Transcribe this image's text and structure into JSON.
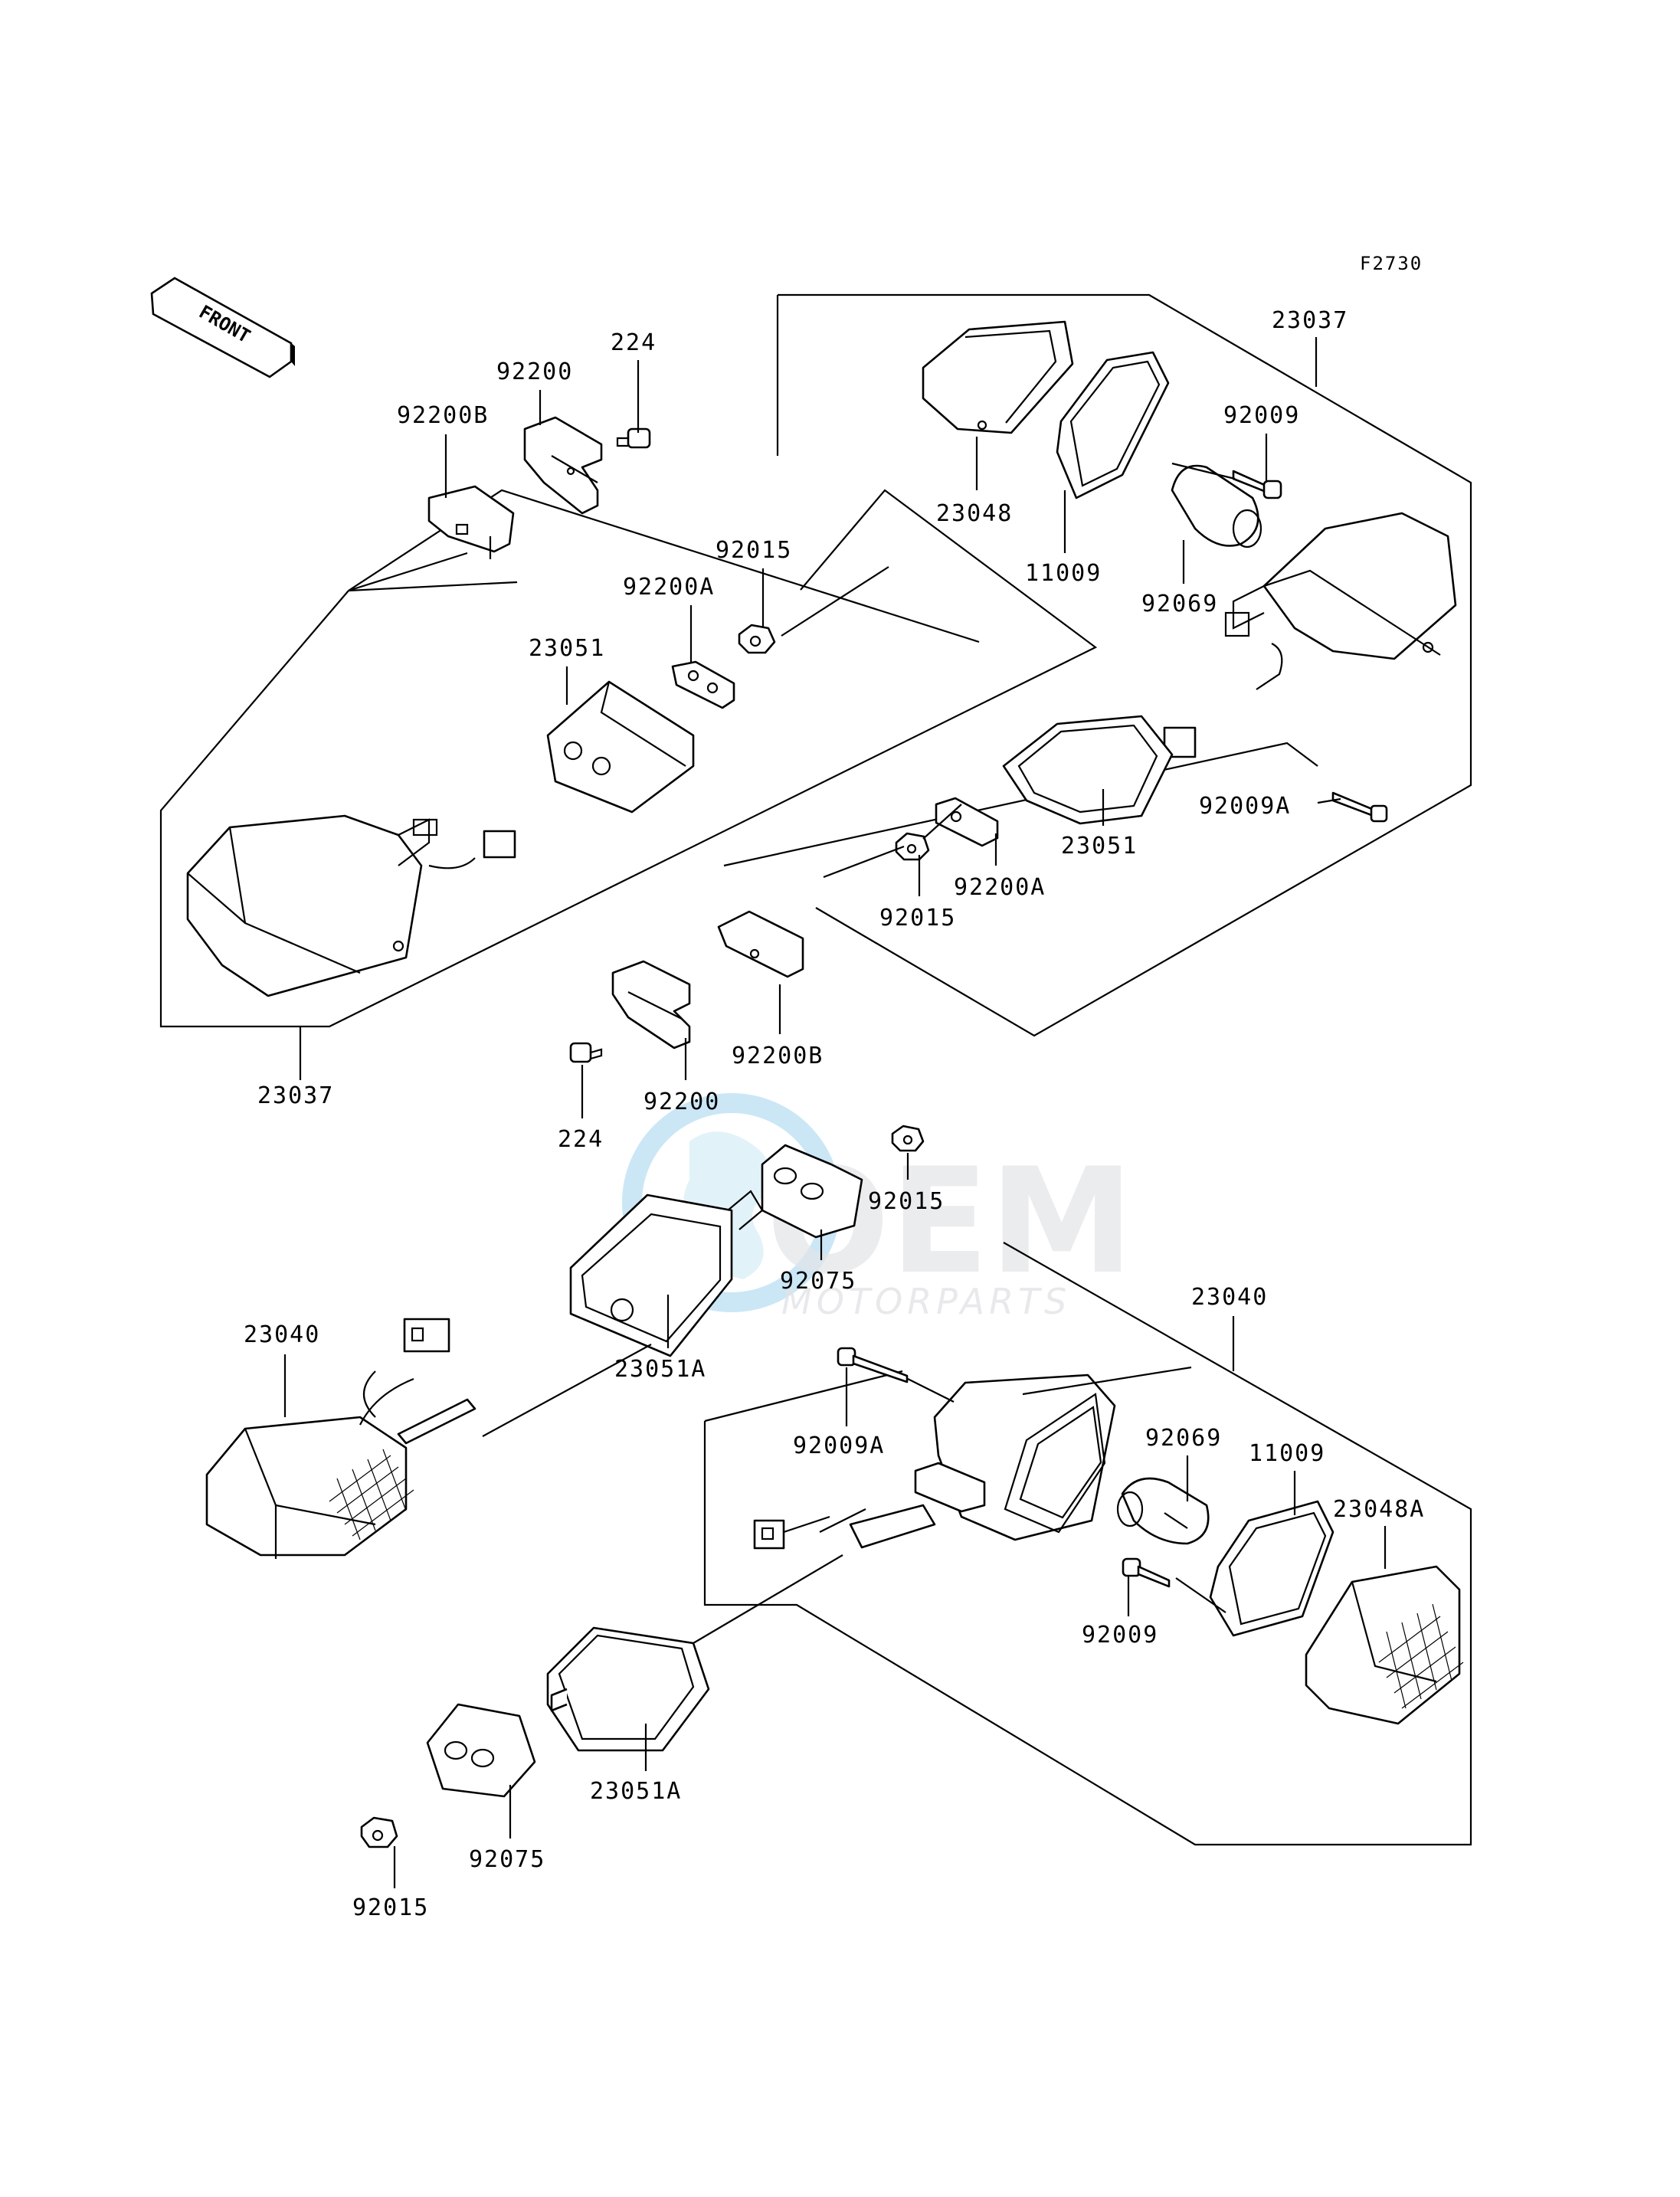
{
  "figure_code": "F2730",
  "front_arrow_label": "FRONT",
  "watermark": {
    "brand": "OEM",
    "subtitle": "MOTORPARTS",
    "globe_color": "#2d9fd9"
  },
  "labels": {
    "l_92200B_top": "92200B",
    "l_92200_top": "92200",
    "l_224_top": "224",
    "l_92015_top": "92015",
    "l_92200A_top": "92200A",
    "l_23051_left": "23051",
    "l_23037_left": "23037",
    "l_23037_right": "23037",
    "l_92009_right": "92009",
    "l_23048": "23048",
    "l_11009_top": "11009",
    "l_92069_top": "92069",
    "l_92009A_right": "92009A",
    "l_23051_right": "23051",
    "l_92200A_mid": "92200A",
    "l_92015_mid": "92015",
    "l_92200B_mid": "92200B",
    "l_92200_mid": "92200",
    "l_224_mid": "224",
    "l_92015_center": "92015",
    "l_92075_center": "92075",
    "l_23051A_center": "23051A",
    "l_23040_left": "23040",
    "l_23040_right": "23040",
    "l_92009A_lower": "92009A",
    "l_92069_lower": "92069",
    "l_11009_lower": "11009",
    "l_23048A": "23048A",
    "l_92009_lower": "92009",
    "l_23051A_lower": "23051A",
    "l_92075_lower": "92075",
    "l_92015_lower": "92015"
  }
}
